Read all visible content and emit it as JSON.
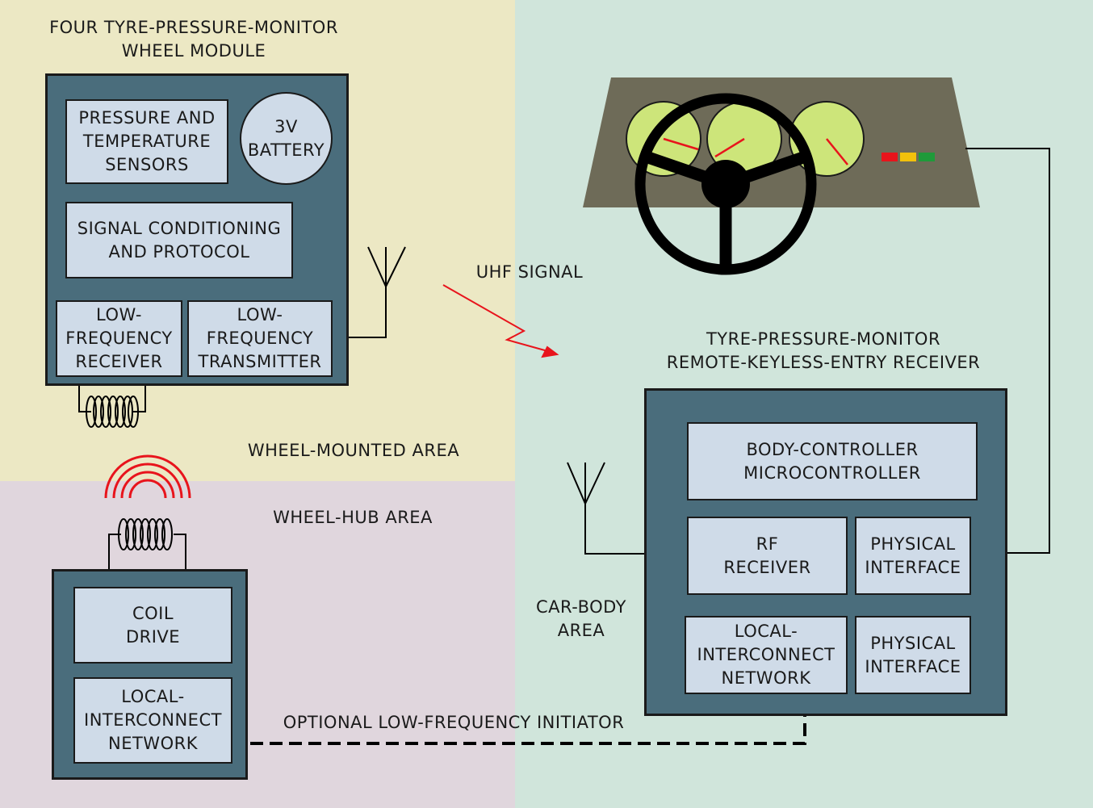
{
  "colors": {
    "wheel_mounted_bg": "#ece8c4",
    "wheel_hub_bg": "#e0d6dd",
    "car_body_bg": "#d0e5db",
    "module_fill": "#4a6d7c",
    "block_fill": "#cfdbe8",
    "dashboard": "#6e6b58",
    "gauge": "#cde57a",
    "signal_red": "#e8141c",
    "led_red": "#e8141c",
    "led_yellow": "#f2c10c",
    "led_green": "#1f9a3a"
  },
  "areas": {
    "wheel_mounted": "WHEEL-MOUNTED AREA",
    "wheel_hub": "WHEEL-HUB AREA",
    "car_body": "CAR-BODY\nAREA"
  },
  "wheel_module": {
    "title": "FOUR TYRE-PRESSURE-MONITOR\nWHEEL MODULE",
    "sensors": "PRESSURE AND\nTEMPERATURE\nSENSORS",
    "battery": "3V\nBATTERY",
    "signal": "SIGNAL CONDITIONING\nAND PROTOCOL",
    "lf_receiver": "LOW-\nFREQUENCY\nRECEIVER",
    "lf_transmitter": "LOW-\nFREQUENCY\nTRANSMITTER"
  },
  "uhf_label": "UHF SIGNAL",
  "receiver": {
    "title": "TYRE-PRESSURE-MONITOR\nREMOTE-KEYLESS-ENTRY RECEIVER",
    "body_controller": "BODY-CONTROLLER\nMICROCONTROLLER",
    "rf_receiver": "RF\nRECEIVER",
    "physical_interface_1": "PHYSICAL\nINTERFACE",
    "lin": "LOCAL-\nINTERCONNECT\nNETWORK",
    "physical_interface_2": "PHYSICAL\nINTERFACE"
  },
  "initiator": {
    "coil_drive": "COIL\nDRIVE",
    "lin": "LOCAL-\nINTERCONNECT\nNETWORK"
  },
  "optional_label": "OPTIONAL LOW-FREQUENCY INITIATOR"
}
